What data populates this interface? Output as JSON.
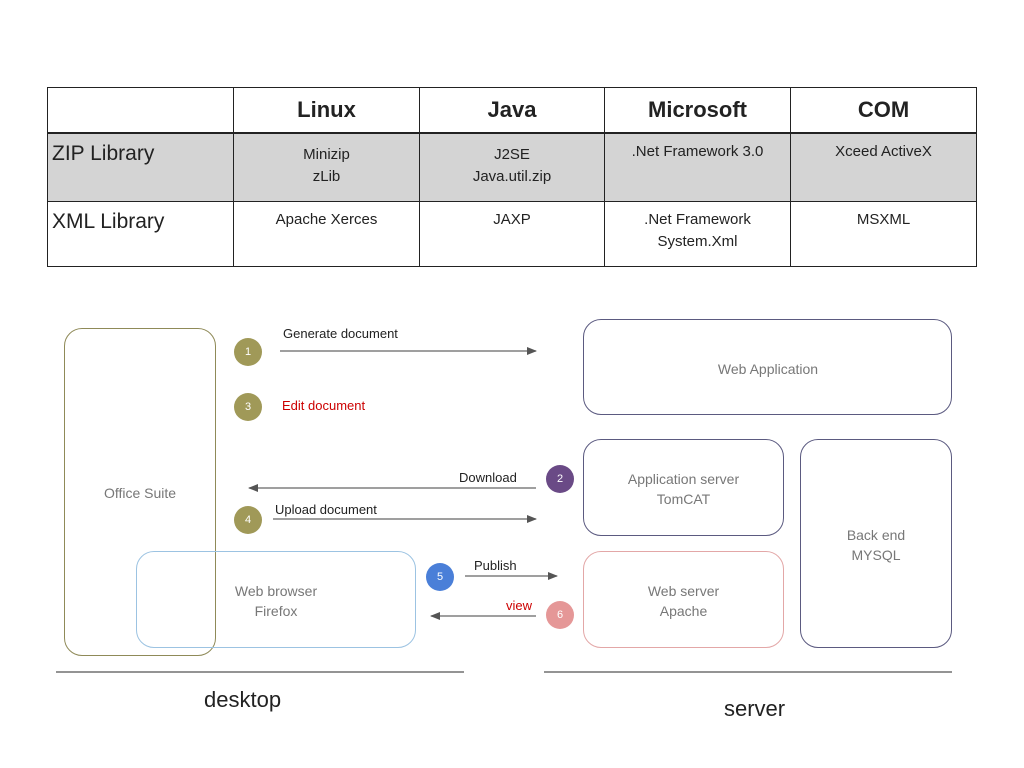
{
  "table": {
    "headers": [
      "",
      "Linux",
      "Java",
      "Microsoft",
      "COM"
    ],
    "rows": [
      {
        "label": "ZIP Library",
        "cells": [
          [
            "Minizip",
            "zLib"
          ],
          [
            "J2SE",
            "Java.util.zip"
          ],
          [
            ".Net Framework 3.0"
          ],
          [
            "Xceed ActiveX"
          ]
        ]
      },
      {
        "label": "XML Library",
        "cells": [
          [
            "Apache Xerces"
          ],
          [
            "JAXP"
          ],
          [
            ".Net Framework",
            "System.Xml"
          ],
          [
            "MSXML"
          ]
        ]
      }
    ]
  },
  "diagram": {
    "office_suite": "Office Suite",
    "web_browser": [
      "Web browser",
      "Firefox"
    ],
    "web_application": "Web Application",
    "app_server": [
      "Application server",
      "TomCAT"
    ],
    "back_end": [
      "Back end",
      "MYSQL"
    ],
    "web_server": [
      "Web server",
      "Apache"
    ],
    "steps": [
      {
        "num": "1",
        "label": "Generate document",
        "color": "#a09958"
      },
      {
        "num": "2",
        "label": "Download",
        "color": "#6a4a86"
      },
      {
        "num": "3",
        "label": "Edit document",
        "color": "#a09958",
        "label_color": "#cc0000"
      },
      {
        "num": "4",
        "label": "Upload document",
        "color": "#a09958"
      },
      {
        "num": "5",
        "label": "Publish",
        "color": "#4a7fd8"
      },
      {
        "num": "6",
        "label": "view",
        "color": "#e59797",
        "label_color": "#cc0000"
      }
    ],
    "desktop_label": "desktop",
    "server_label": "server"
  }
}
